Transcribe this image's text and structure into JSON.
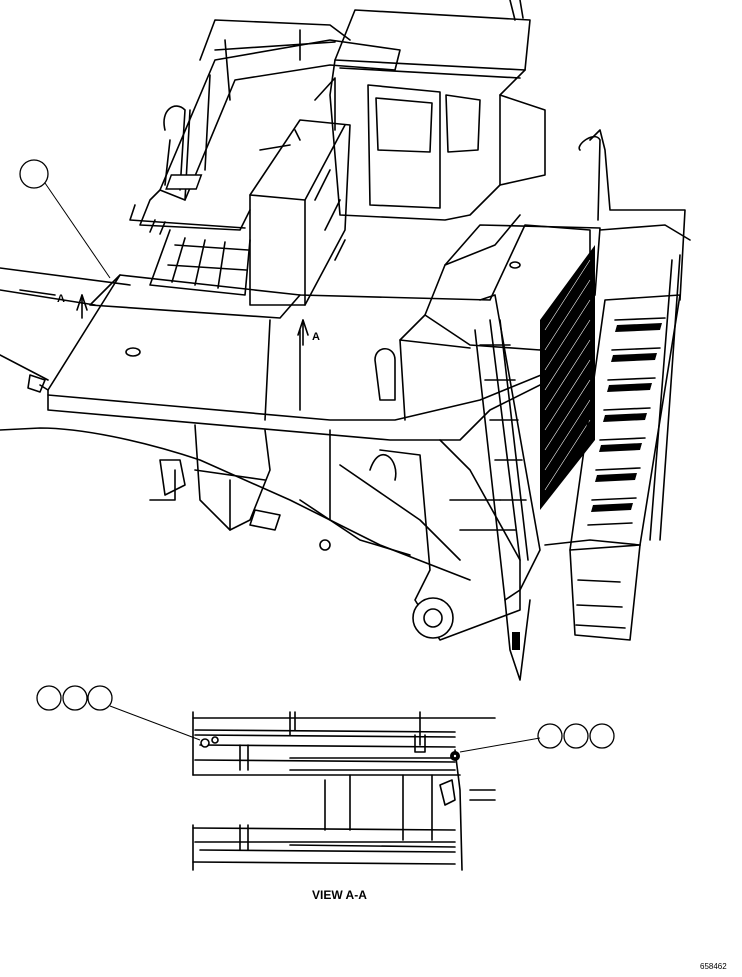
{
  "section_marker_left": "A",
  "section_marker_right": "A",
  "view_caption": "VIEW A-A",
  "drawing_code": "658462"
}
